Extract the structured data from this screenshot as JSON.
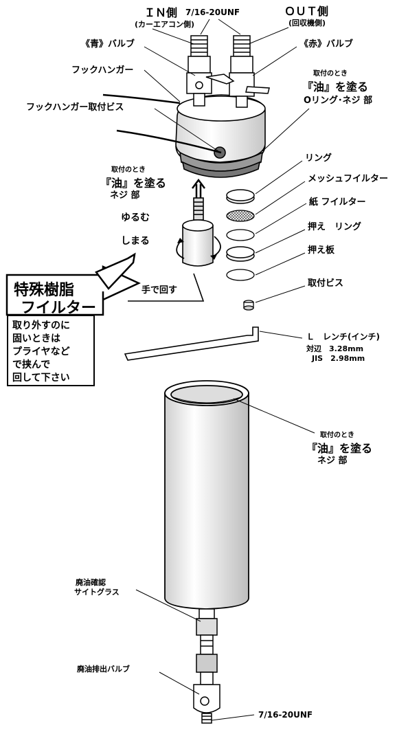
{
  "diagram": {
    "ports": {
      "in_side": "ＩＮ側",
      "in_side_sub": "(カーエアコン側)",
      "thread_top": "7/16-20UNF",
      "out_side": "ＯＵＴ側",
      "out_side_sub": "(回収機側)",
      "blue_valve": "《青》バルブ",
      "red_valve": "《赤》バルブ"
    },
    "head": {
      "hook_hanger": "フックハンガー",
      "hook_hanger_screw": "フックハンガー取付ビス",
      "install_note1": "取付のとき",
      "oil_note1a": "『油』を塗る",
      "oil_note1b": "Oリング･ネジ 部"
    },
    "parts": {
      "ring": "リング",
      "mesh_filter": "メッシュフイルター",
      "paper_filter": "紙 フイルター",
      "retaining_ring": "押え　リング",
      "retaining_plate": "押え板",
      "mount_screw": "取付ビス",
      "wrench_name": "Ｌ　レンチ(インチ)",
      "wrench_across": "対辺　3.28mm",
      "wrench_jis": "JIS　2.98mm"
    },
    "filter_cartridge": {
      "install_note2": "取付のとき",
      "oil_note2a": "『油』を塗る",
      "oil_note2b": "ネジ 部",
      "loosen": "ゆるむ",
      "tighten": "しまる",
      "turn_by_hand": "手で回す"
    },
    "callout": {
      "title_line1": "特殊樹脂",
      "title_line2": "フイルター",
      "note_lines": [
        "取り外すのに",
        "固いときは",
        "プライヤなど",
        "で挟んで",
        "回して下さい"
      ]
    },
    "bowl": {
      "install_note3": "取付のとき",
      "oil_note3a": "『油』を塗る",
      "oil_note3b": "ネジ 部"
    },
    "bottom": {
      "sight_glass_1": "廃油確認",
      "sight_glass_2": "サイトグラス",
      "drain_valve": "廃油排出バルブ",
      "thread_bottom": "7/16-20UNF"
    }
  }
}
